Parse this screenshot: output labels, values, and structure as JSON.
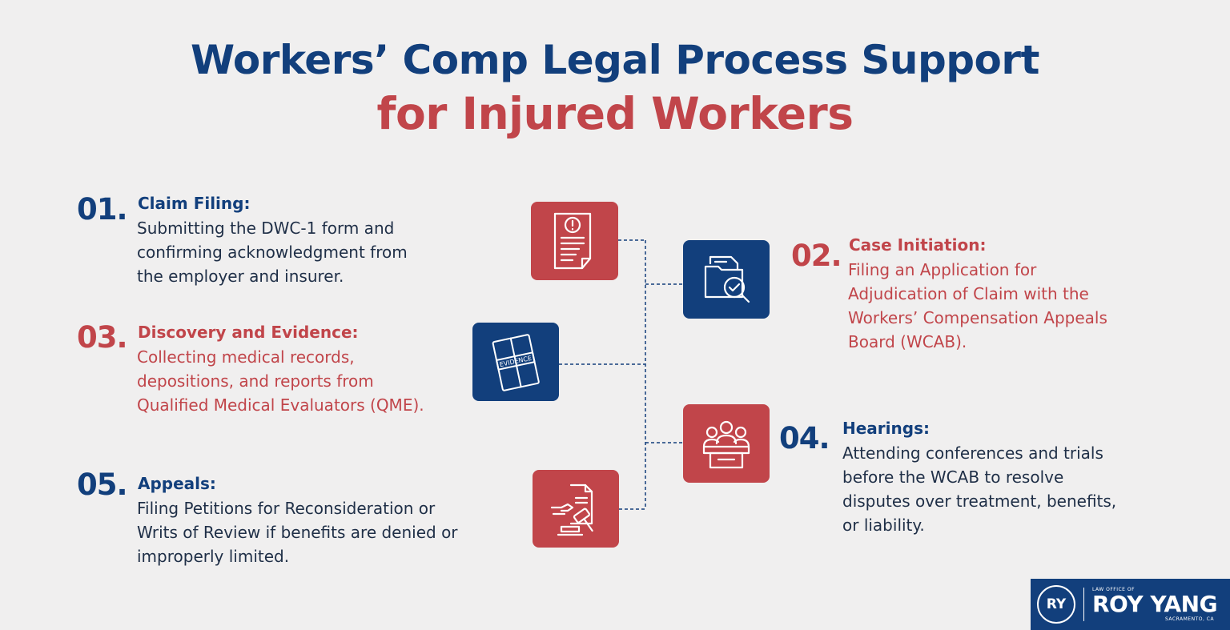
{
  "title": {
    "line1": "Workers’ Comp Legal Process Support",
    "line2": "for Injured Workers"
  },
  "colors": {
    "navy": "#123f7c",
    "red": "#c1454a",
    "background": "#f0efef"
  },
  "steps": [
    {
      "number": "01.",
      "heading": "Claim Filing:",
      "body": "Submitting the DWC-1 form and\nconfirming acknowledgment from\nthe employer and insurer.",
      "icon": "document-alert-icon"
    },
    {
      "number": "02.",
      "heading": "Case Initiation:",
      "body": "Filing an Application for\nAdjudication of Claim with the\nWorkers’ Compensation Appeals\nBoard (WCAB).",
      "icon": "folder-search-icon"
    },
    {
      "number": "03.",
      "heading": "Discovery and Evidence:",
      "body": " Collecting medical records,\ndepositions, and reports from\nQualified Medical Evaluators (QME).",
      "icon": "evidence-bag-icon",
      "icon_text": "EVIDENCE"
    },
    {
      "number": "04.",
      "heading": "Hearings:",
      "body": "Attending conferences and trials\nbefore the WCAB to resolve\ndisputes over treatment, benefits,\nor liability.",
      "icon": "courtroom-hearing-icon"
    },
    {
      "number": "05.",
      "heading": "Appeals:",
      "body": "Filing Petitions for Reconsideration or\nWrits of Review if benefits are denied or\nimproperly limited.",
      "icon": "gavel-document-icon"
    }
  ],
  "logo": {
    "monogram": "RY",
    "tagline": "LAW OFFICE OF",
    "name": "ROY YANG",
    "city": "SACRAMENTO, CA"
  }
}
